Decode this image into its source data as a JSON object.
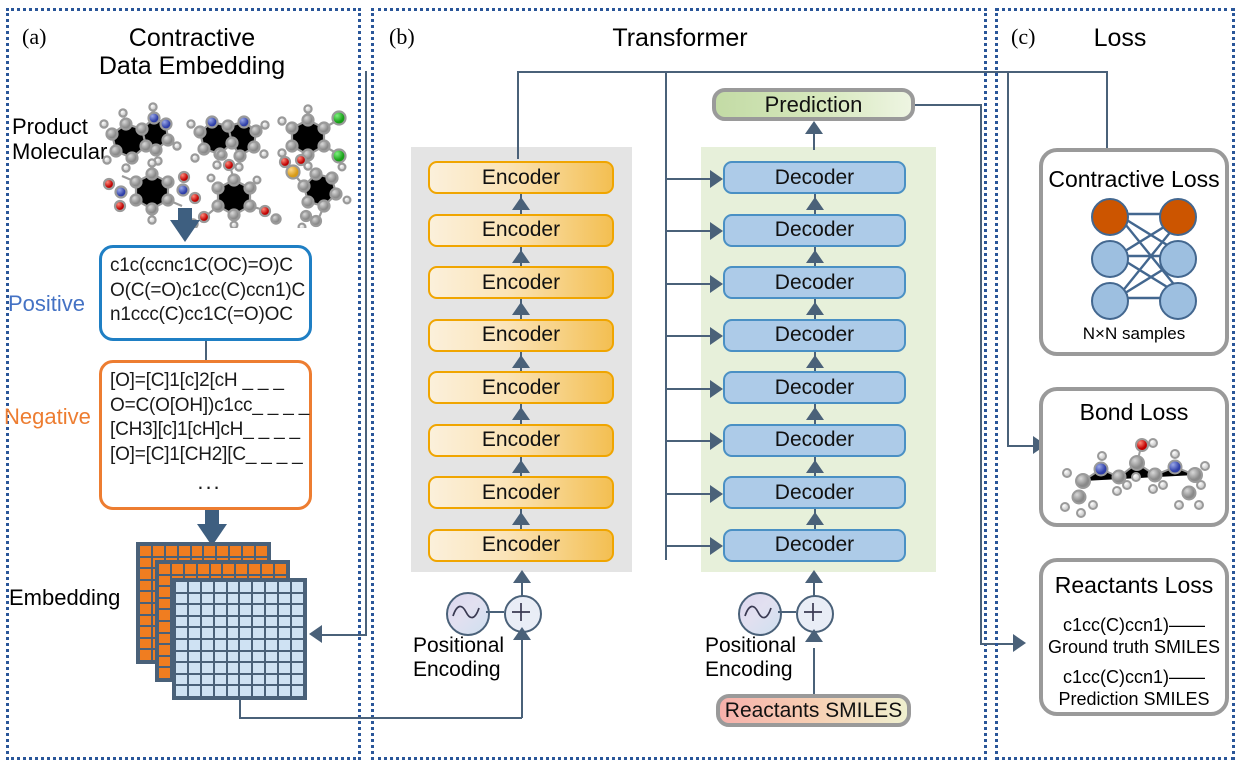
{
  "panels": {
    "a": {
      "letter": "(a)",
      "title": "Contractive\nData Embedding",
      "product_label": "Product\nMolecular",
      "positive_label": "Positive",
      "negative_label": "Negative",
      "embedding_label": "Embedding",
      "positive_smiles": "c1c(ccnc1C(OC)=O)C\nO(C(=O)c1cc(C)ccn1)C\nn1ccc(C)cc1C(=O)OC",
      "negative_smiles": "[O]=[C]1[c]2[cH _ _ _\nO=C(O[OH])c1cc_ _ _ _\n[CH3][c]1[cH]cH_ _ _ _\n[O]=[C]1[CH2][C_ _ _ _",
      "negative_ellipsis": "..."
    },
    "b": {
      "letter": "(b)",
      "title": "Transformer",
      "encoder_label": "Encoder",
      "decoder_label": "Decoder",
      "encoder_count": 8,
      "decoder_count": 8,
      "prediction_label": "Prediction",
      "positional_encoding_label": "Positional\nEncoding",
      "reactants_smiles_label": "Reactants SMILES",
      "plus_glyph": "+"
    },
    "c": {
      "letter": "(c)",
      "title": "Loss",
      "contractive": {
        "title": "Contractive  Loss",
        "caption": "N×N samples"
      },
      "bond": {
        "title": "Bond Loss"
      },
      "reactants": {
        "title": "Reactants  Loss",
        "line1": "c1cc(C)ccn1)——",
        "line2": "Ground truth SMILES",
        "line3": "c1cc(C)ccn1)——",
        "line4": "Prediction SMILES"
      }
    }
  },
  "colors": {
    "panel_border": "#2a5699",
    "connector": "#4a6179",
    "encoder_accent": "#f0a500",
    "decoder_accent": "#4a90c4",
    "positive": "#1f7fc4",
    "negative": "#ed7d31",
    "orange_cell": "#f07d20",
    "blue_cell": "#cfe2f3",
    "loss_border": "#9a9a9a"
  }
}
